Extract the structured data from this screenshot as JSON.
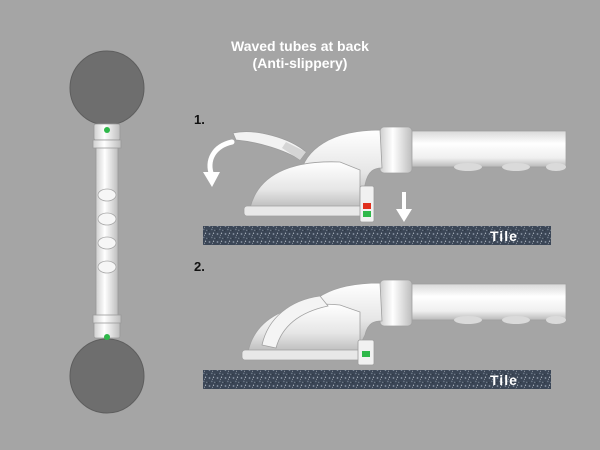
{
  "heading": {
    "line1": "Waved tubes at back",
    "line2": "(Anti-slippery)"
  },
  "steps": [
    {
      "number": "1.",
      "tile_label": "Tile",
      "indicator_color": "#e0301e",
      "state": "lever raised, pressing down"
    },
    {
      "number": "2.",
      "tile_label": "Tile",
      "indicator_color": "#2fb84a",
      "state": "locked"
    }
  ],
  "colors": {
    "background": "#a5a5a5",
    "tile": "#3c4a5a",
    "cup": "#6e6e6e",
    "tube": "#f4f4f4",
    "indicator_green": "#2fb84a",
    "indicator_red": "#e0301e"
  },
  "icons": [
    "rotate-arrow-icon",
    "down-arrow-icon"
  ]
}
